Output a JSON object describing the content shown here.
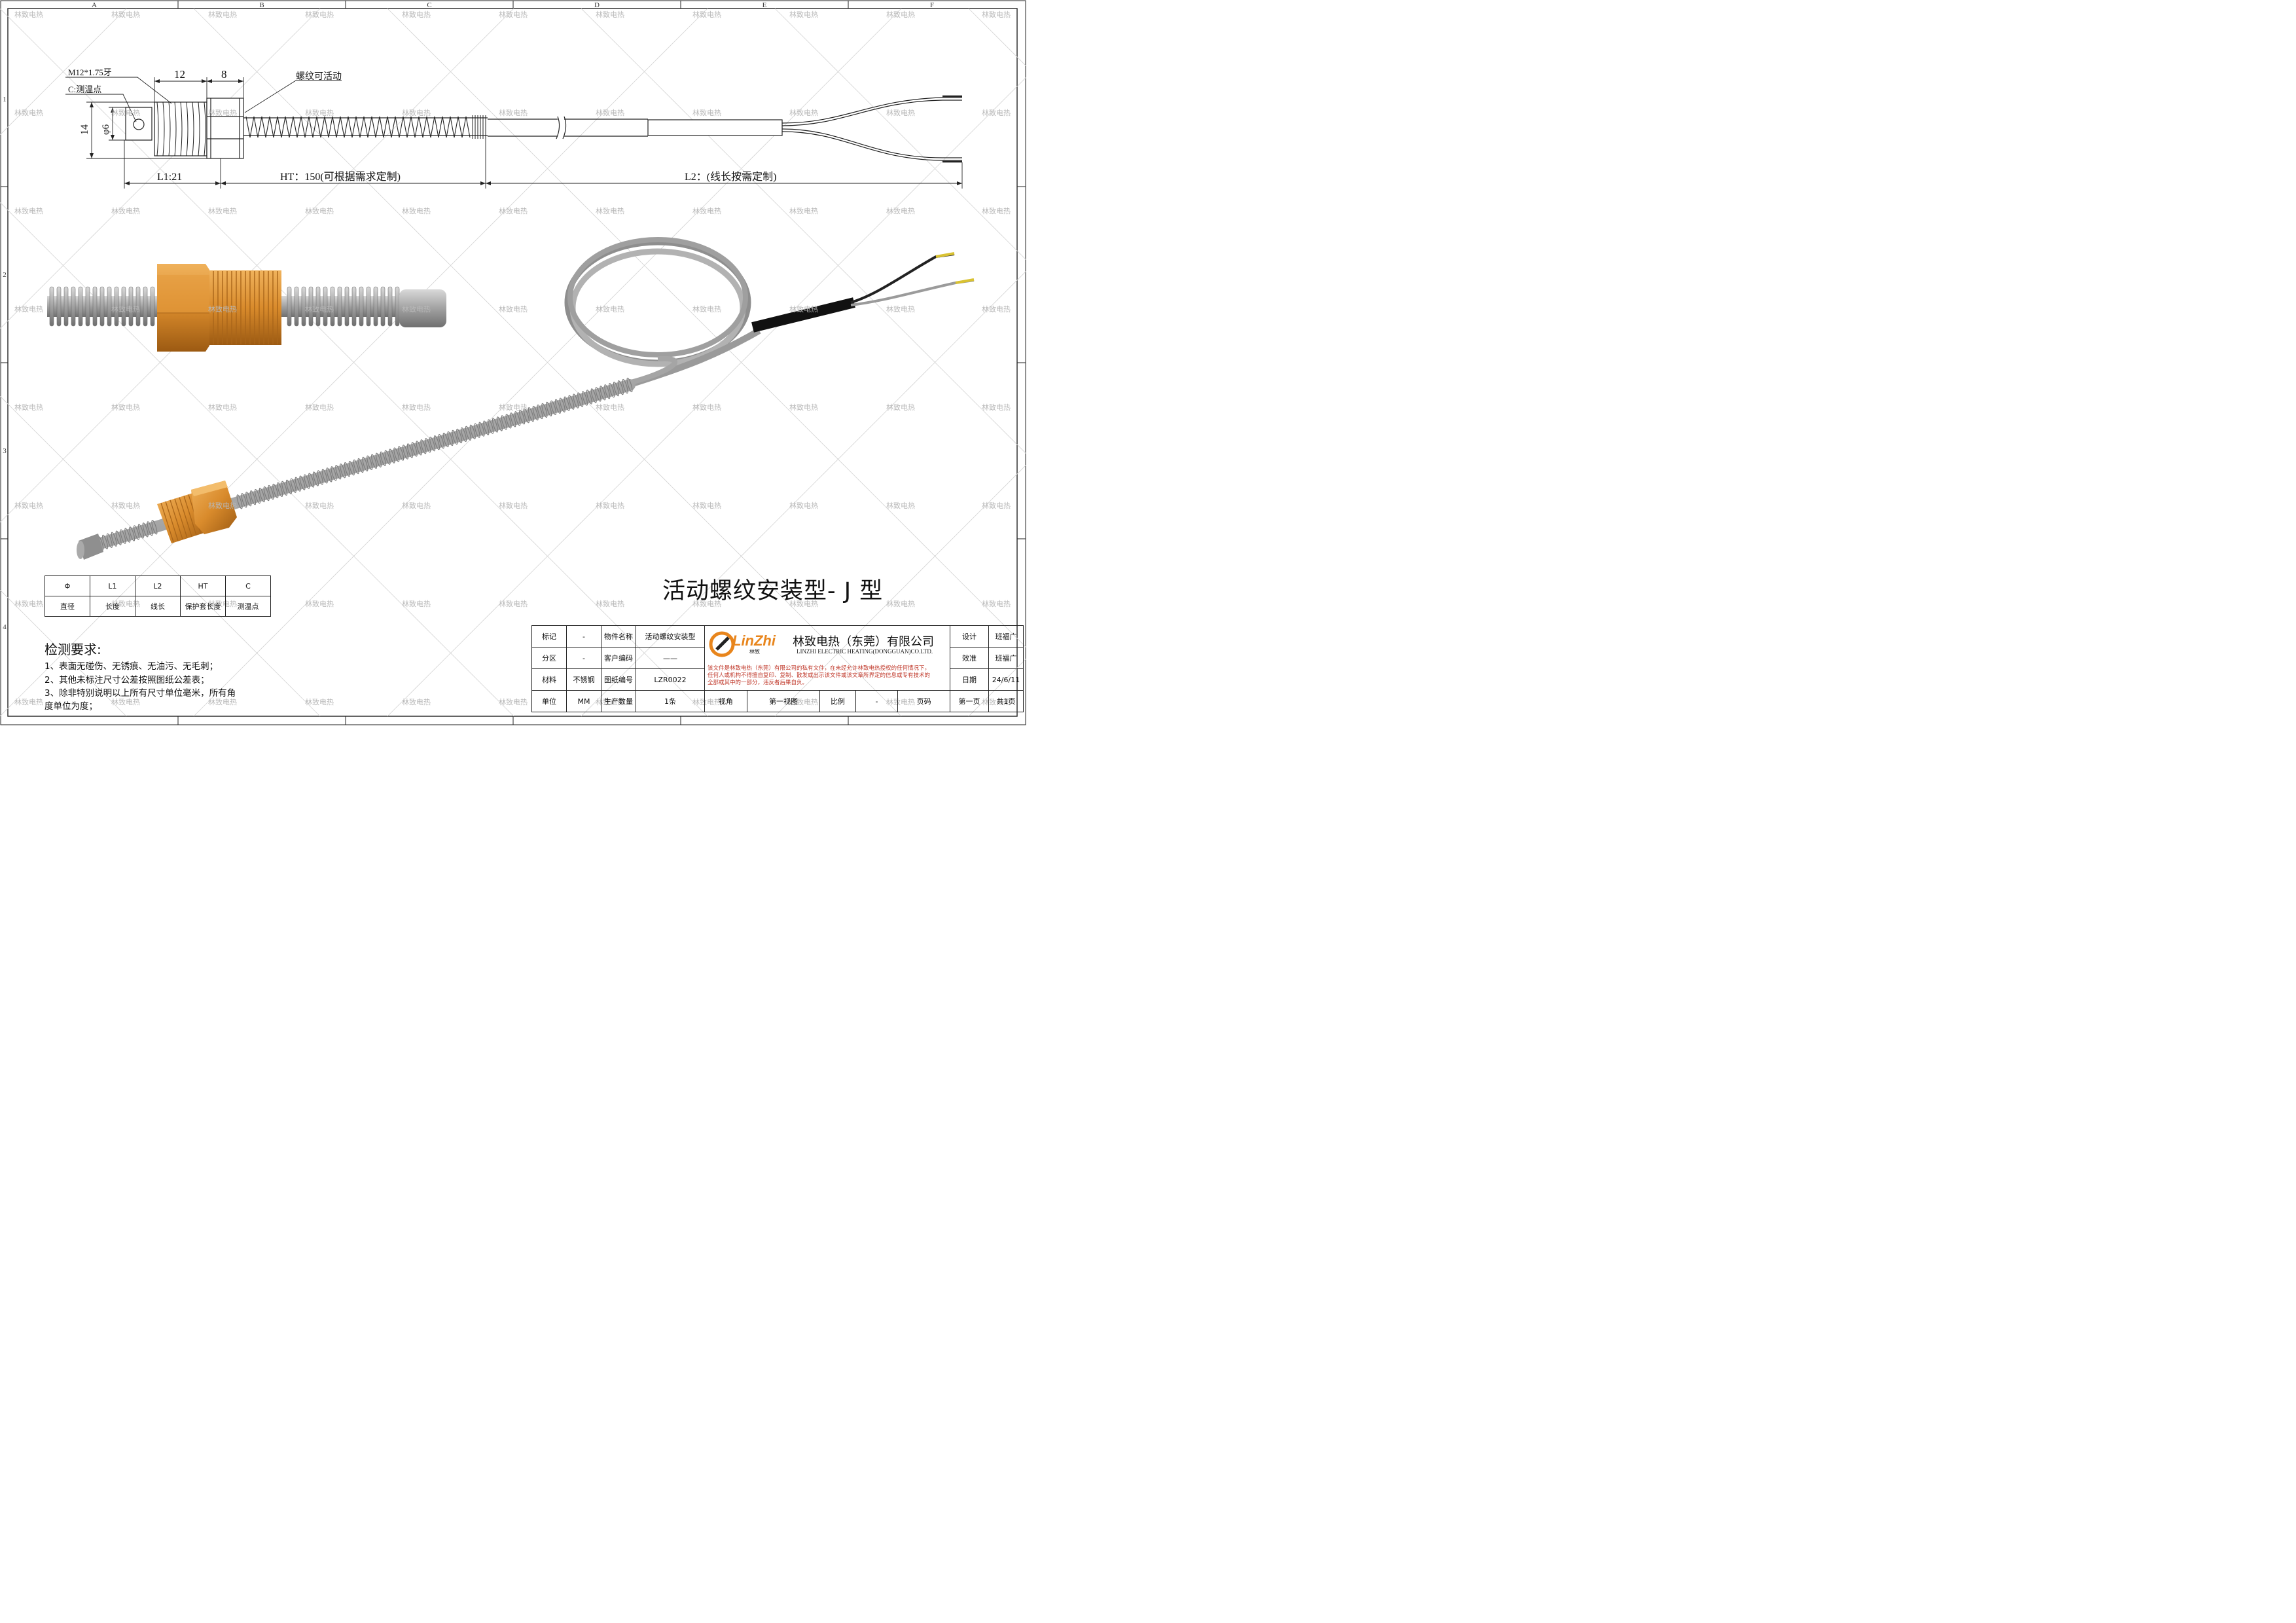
{
  "columns": [
    "A",
    "B",
    "C",
    "D",
    "E",
    "F"
  ],
  "rows": [
    "1",
    "2",
    "3",
    "4"
  ],
  "watermark": "林致电热",
  "drawing": {
    "thread_spec": "M12*1.75牙",
    "sensing_point": "C:测温点",
    "dim_12": "12",
    "dim_8": "8",
    "movable_thread": "螺纹可活动",
    "dim_14": "14",
    "dim_phi6": "φ6",
    "l1": "L1:21",
    "ht": "HT：150(可根据需求定制)",
    "l2": "L2：(线长按需定制)"
  },
  "main_title": "活动螺纹安装型- J 型",
  "legend": {
    "headers": [
      "Φ",
      "L1",
      "L2",
      "HT",
      "C"
    ],
    "meanings": [
      "直径",
      "长度",
      "线长",
      "保护套长度",
      "测温点"
    ]
  },
  "requirements": {
    "title": "检测要求:",
    "lines": [
      "1、表面无碰伤、无锈痕、无油污、无毛刺；",
      "2、其他未标注尺寸公差按照图纸公差表；",
      "3、除非特别说明以上所有尺寸单位毫米，所有角",
      "度单位为度；"
    ]
  },
  "title_block": {
    "mark_label": "标记",
    "mark_value": "-",
    "part_name_label": "物件名称",
    "part_name_value": "活动螺纹安装型",
    "zone_label": "分区",
    "zone_value": "-",
    "customer_code_label": "客户编码",
    "customer_code_value": "——",
    "material_label": "材料",
    "material_value": "不锈钢",
    "drawing_no_label": "图纸编号",
    "drawing_no_value": "LZR0022",
    "unit_label": "单位",
    "unit_value": "MM",
    "qty_label": "生产数量",
    "qty_value": "1条",
    "view_label": "视角",
    "view_value": "第一视图",
    "scale_label": "比例",
    "scale_value": "-",
    "page_label": "页码",
    "page_value": "第一页",
    "total_value": "共1页",
    "design_label": "设计",
    "design_value": "班福广",
    "check_label": "效准",
    "check_value": "班福广",
    "date_label": "日期",
    "date_value": "24/6/11",
    "logo_text": "LinZhi",
    "logo_sub": "林致",
    "company_cn": "林致电热（东莞）有限公司",
    "company_en": "LINZHI ELECTRIC HEATING(DONGGUAN)CO.LTD.",
    "notice": "该文件是林致电热（东莞）有限公司的私有文件，在未经允许林致电热授权的任何情况下，任何人或机构不得擅自复印、复制、散发或出示该文件或该文章所界定的信息或专有技术的全部或其中的一部分，违反者后果自负。"
  },
  "colors": {
    "brass": "#d58a2c",
    "steel": "#9a9a9a",
    "logo": "#e8851c",
    "notice": "#c0392b"
  }
}
